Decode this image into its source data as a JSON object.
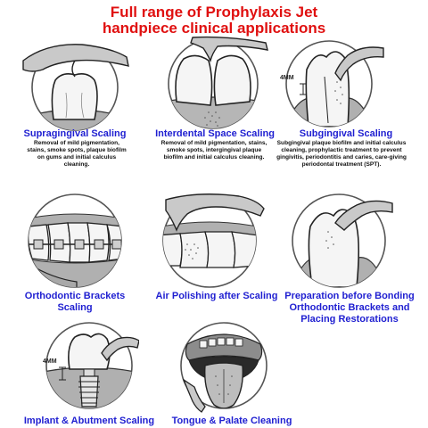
{
  "title": {
    "line1": "Full range of Prophylaxis Jet",
    "line2": "handpiece clinical applications"
  },
  "colors": {
    "title": "#e01010",
    "caption": "#1f1fd1",
    "description": "#111111",
    "outline": "#222222",
    "gum": "#a8a8a8",
    "tooth": "#f4f4f4",
    "circle_border": "#666666"
  },
  "applications": [
    {
      "id": "supragingival",
      "caption": "Supragingival Scaling",
      "description": "Removal of mild pigmentation, stains, smoke spots, plaque biofilm on gums and initial calculus cleaning."
    },
    {
      "id": "interdental",
      "caption": "Interdental Space Scaling",
      "description": "Removal of mild pigmentation, stains, smoke spots, intergingival plaque biofilm and initial calculus cleaning."
    },
    {
      "id": "subgingival",
      "caption": "Subgingival Scaling",
      "description": "Subgingival plaque biofilm and initial calculus cleaning, prophylactic treatment to prevent gingivitis, periodontitis and caries, care-giving periodontal treatment (SPT).",
      "marker": "4MM"
    },
    {
      "id": "orthodontic",
      "caption_line1": "Orthodontic Brackets",
      "caption_line2": "Scaling"
    },
    {
      "id": "air-polishing",
      "caption": "Air Polishing after Scaling"
    },
    {
      "id": "bonding-prep",
      "caption_line1": "Preparation before Bonding",
      "caption_line2": "Orthodontic Brackets and",
      "caption_line3": "Placing Restorations"
    },
    {
      "id": "implant",
      "caption": "Implant & Abutment Scaling",
      "marker": "4MM"
    },
    {
      "id": "tongue",
      "caption": "Tongue & Palate Cleaning"
    }
  ]
}
